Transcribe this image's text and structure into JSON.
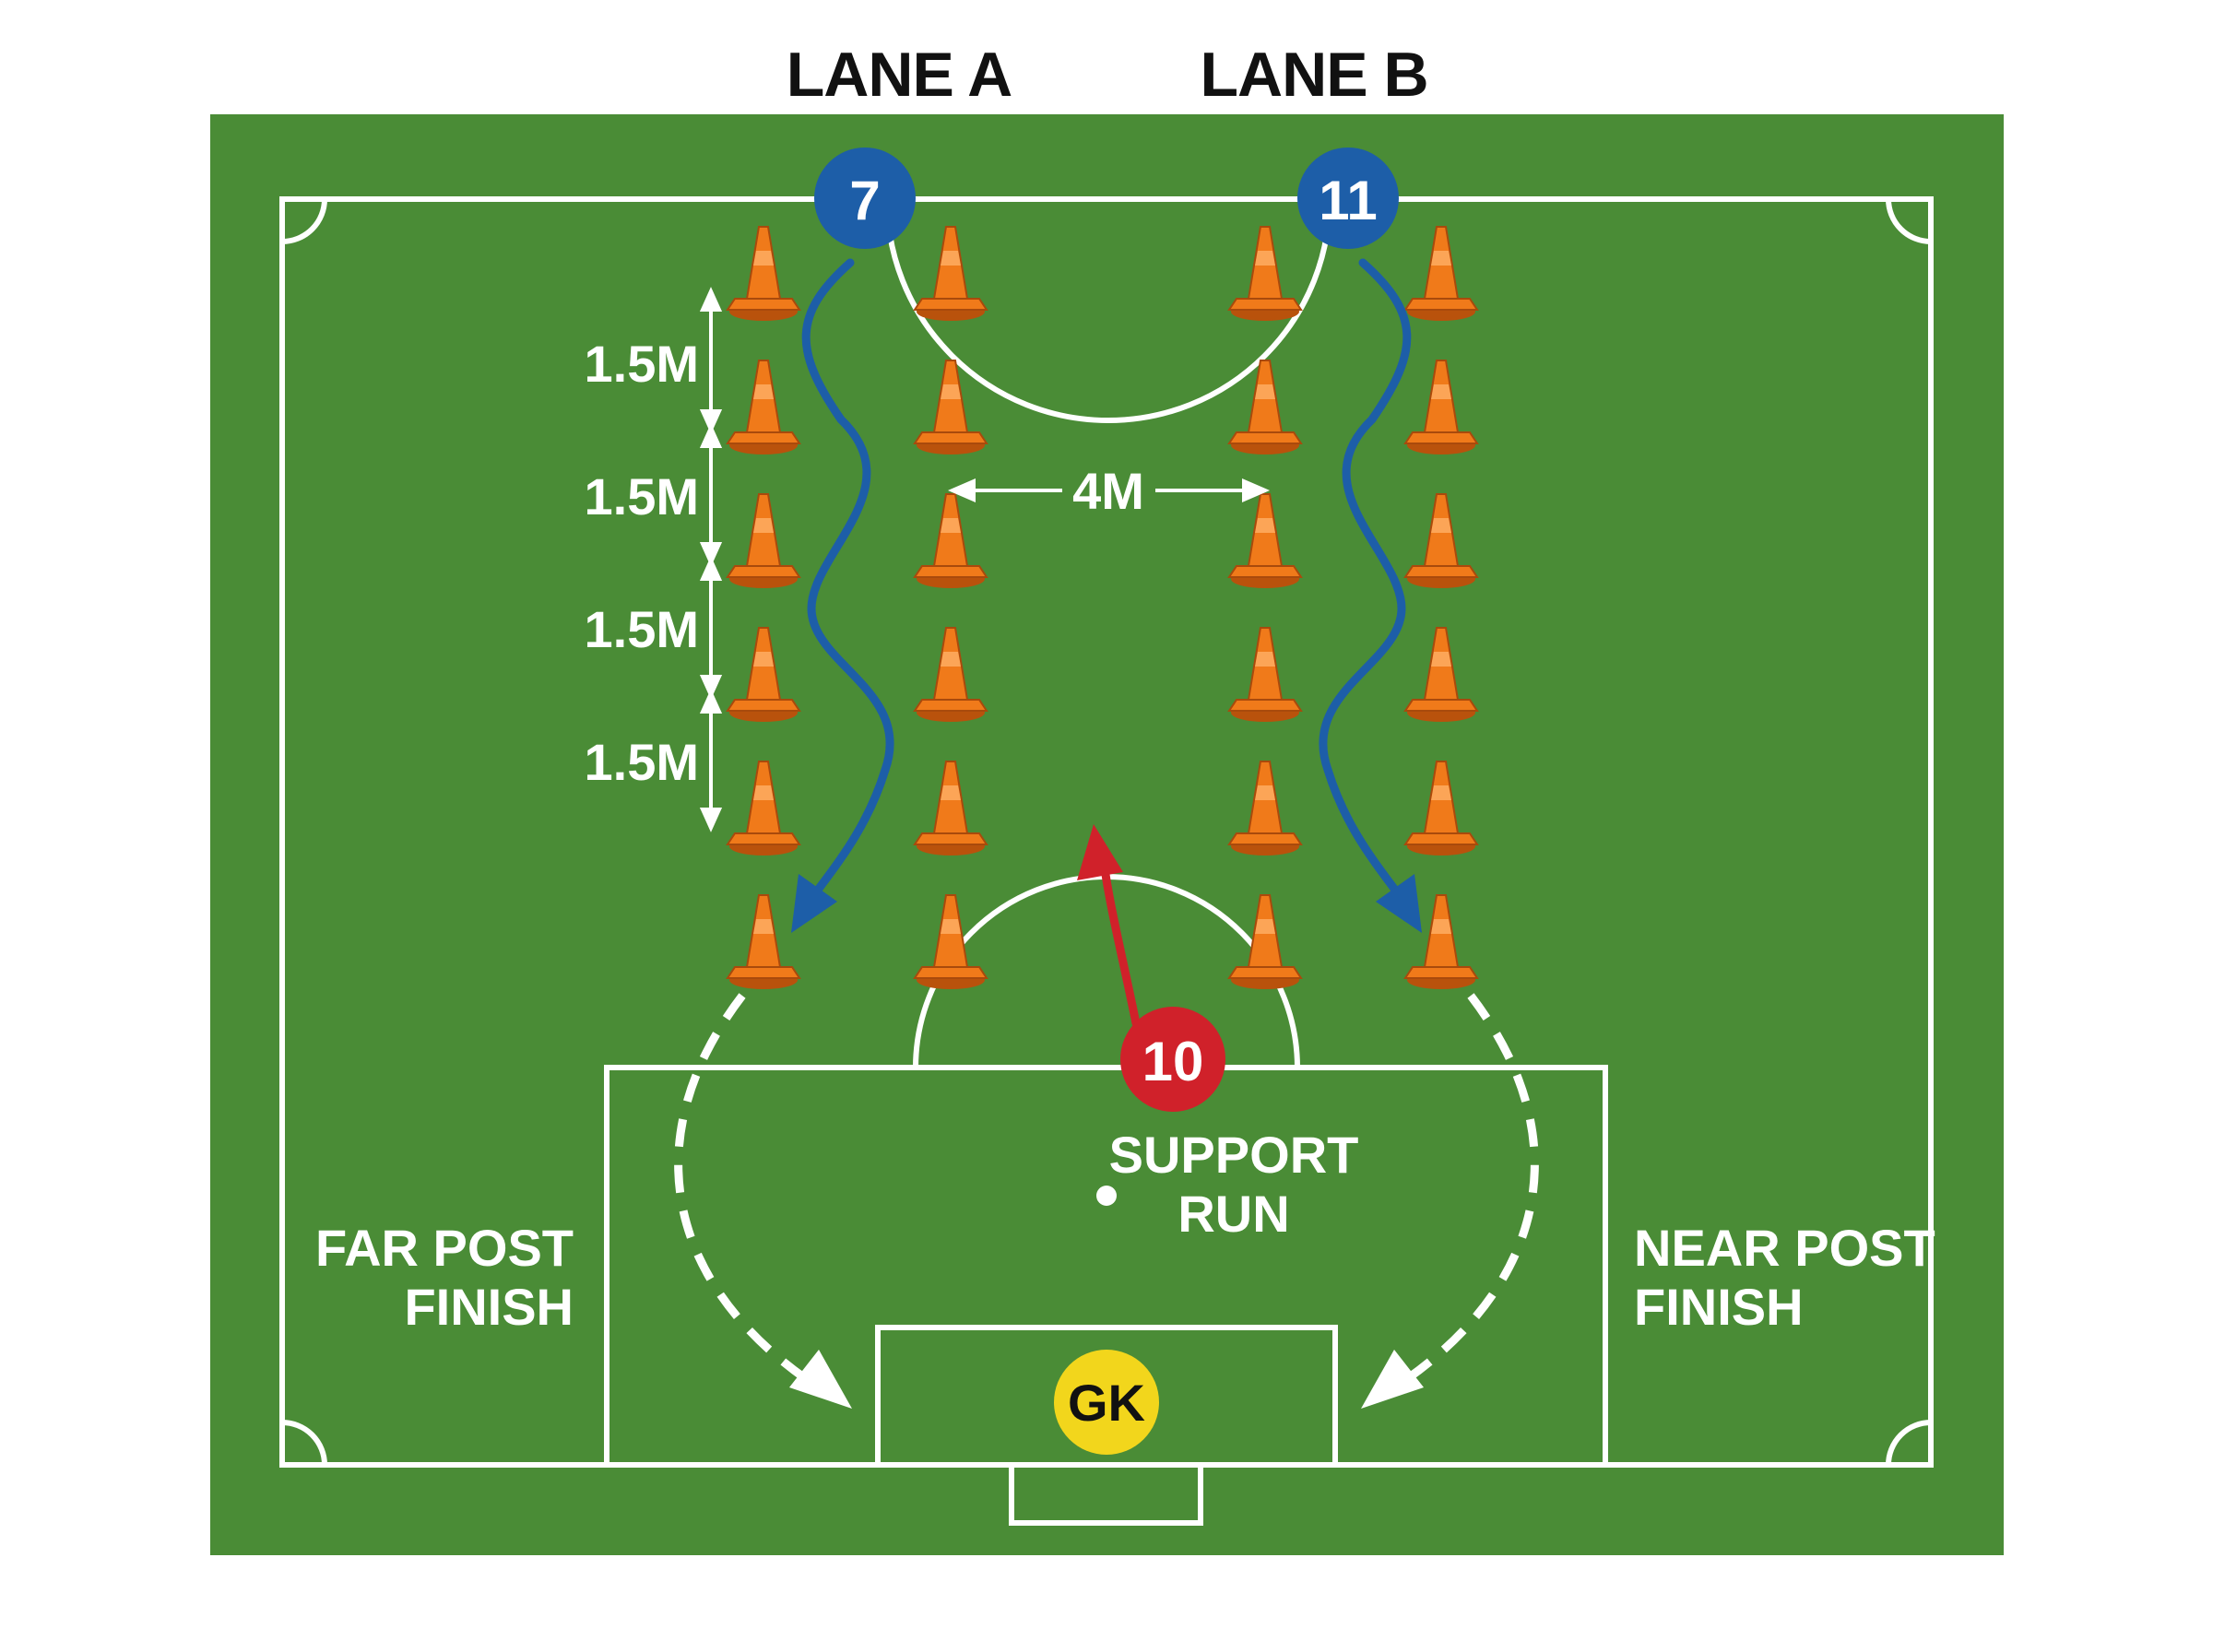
{
  "lanes": {
    "a_title": "LANE A",
    "b_title": "LANE B"
  },
  "players": {
    "lane_a": "7",
    "lane_b": "11",
    "support": "10",
    "keeper": "GK"
  },
  "measurements": {
    "cone_spacing": [
      "1.5M",
      "1.5M",
      "1.5M",
      "1.5M"
    ],
    "lane_width": "4M"
  },
  "labels": {
    "support_run": [
      "SUPPORT",
      "RUN"
    ],
    "far_post": [
      "FAR POST",
      "FINISH"
    ],
    "near_post": [
      "NEAR POST",
      "FINISH"
    ]
  },
  "colors": {
    "pitch": "#4a8c36",
    "lines": "#ffffff",
    "cone": "#f07a1a",
    "blue_player": "#1d5ea8",
    "red_player": "#d0212a",
    "keeper": "#f2d61c"
  },
  "icons": {
    "cone": "training-cone-icon",
    "dribble_path": "wavy-arrow-icon",
    "shot_path": "dashed-curved-arrow-icon"
  }
}
